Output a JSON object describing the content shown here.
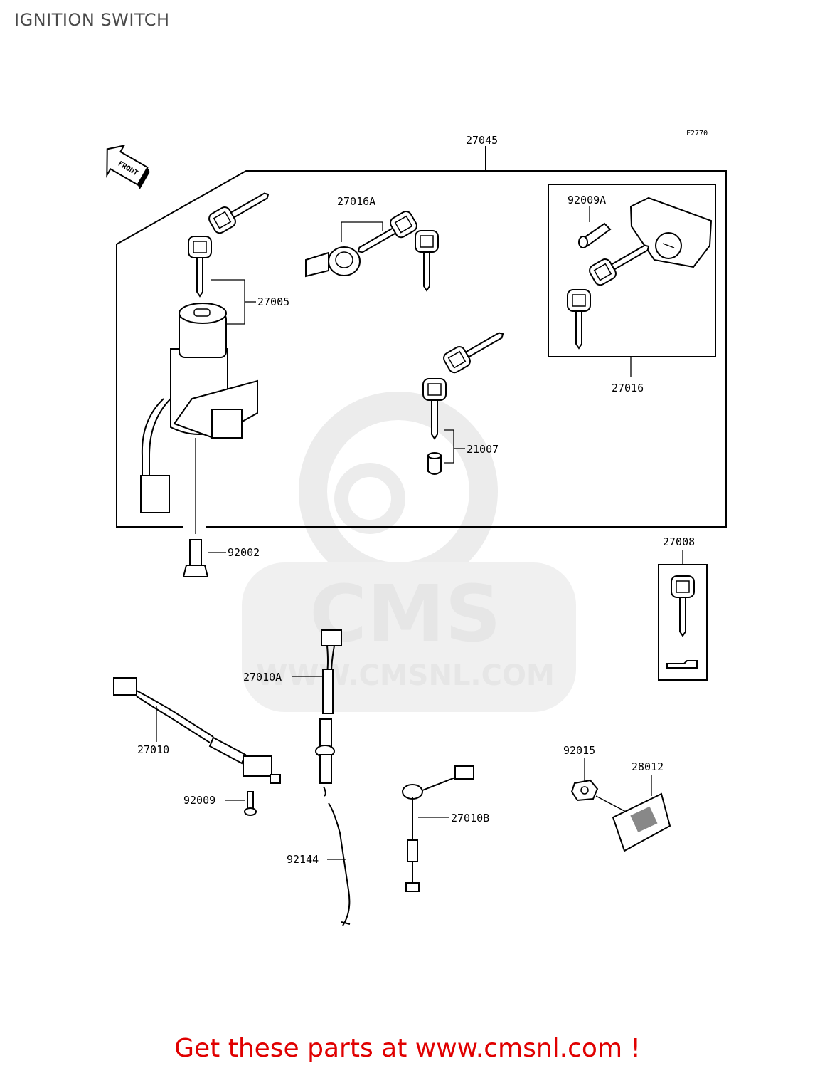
{
  "title": "IGNITION SWITCH",
  "figure_code": "F2770",
  "front_label": "FRONT",
  "parts": {
    "p27045": "27045",
    "p27016A": "27016A",
    "p92009A": "92009A",
    "p27005": "27005",
    "p27016": "27016",
    "p21007": "21007",
    "p92002": "92002",
    "p27008": "27008",
    "p27010A": "27010A",
    "p27010": "27010",
    "p92015": "92015",
    "p28012": "28012",
    "p92009": "92009",
    "p27010B": "27010B",
    "p92144": "92144"
  },
  "watermark": {
    "brand": "CMS",
    "url": "WWW.CMSNL.COM"
  },
  "footer": "Get these parts at www.cmsnl.com !"
}
